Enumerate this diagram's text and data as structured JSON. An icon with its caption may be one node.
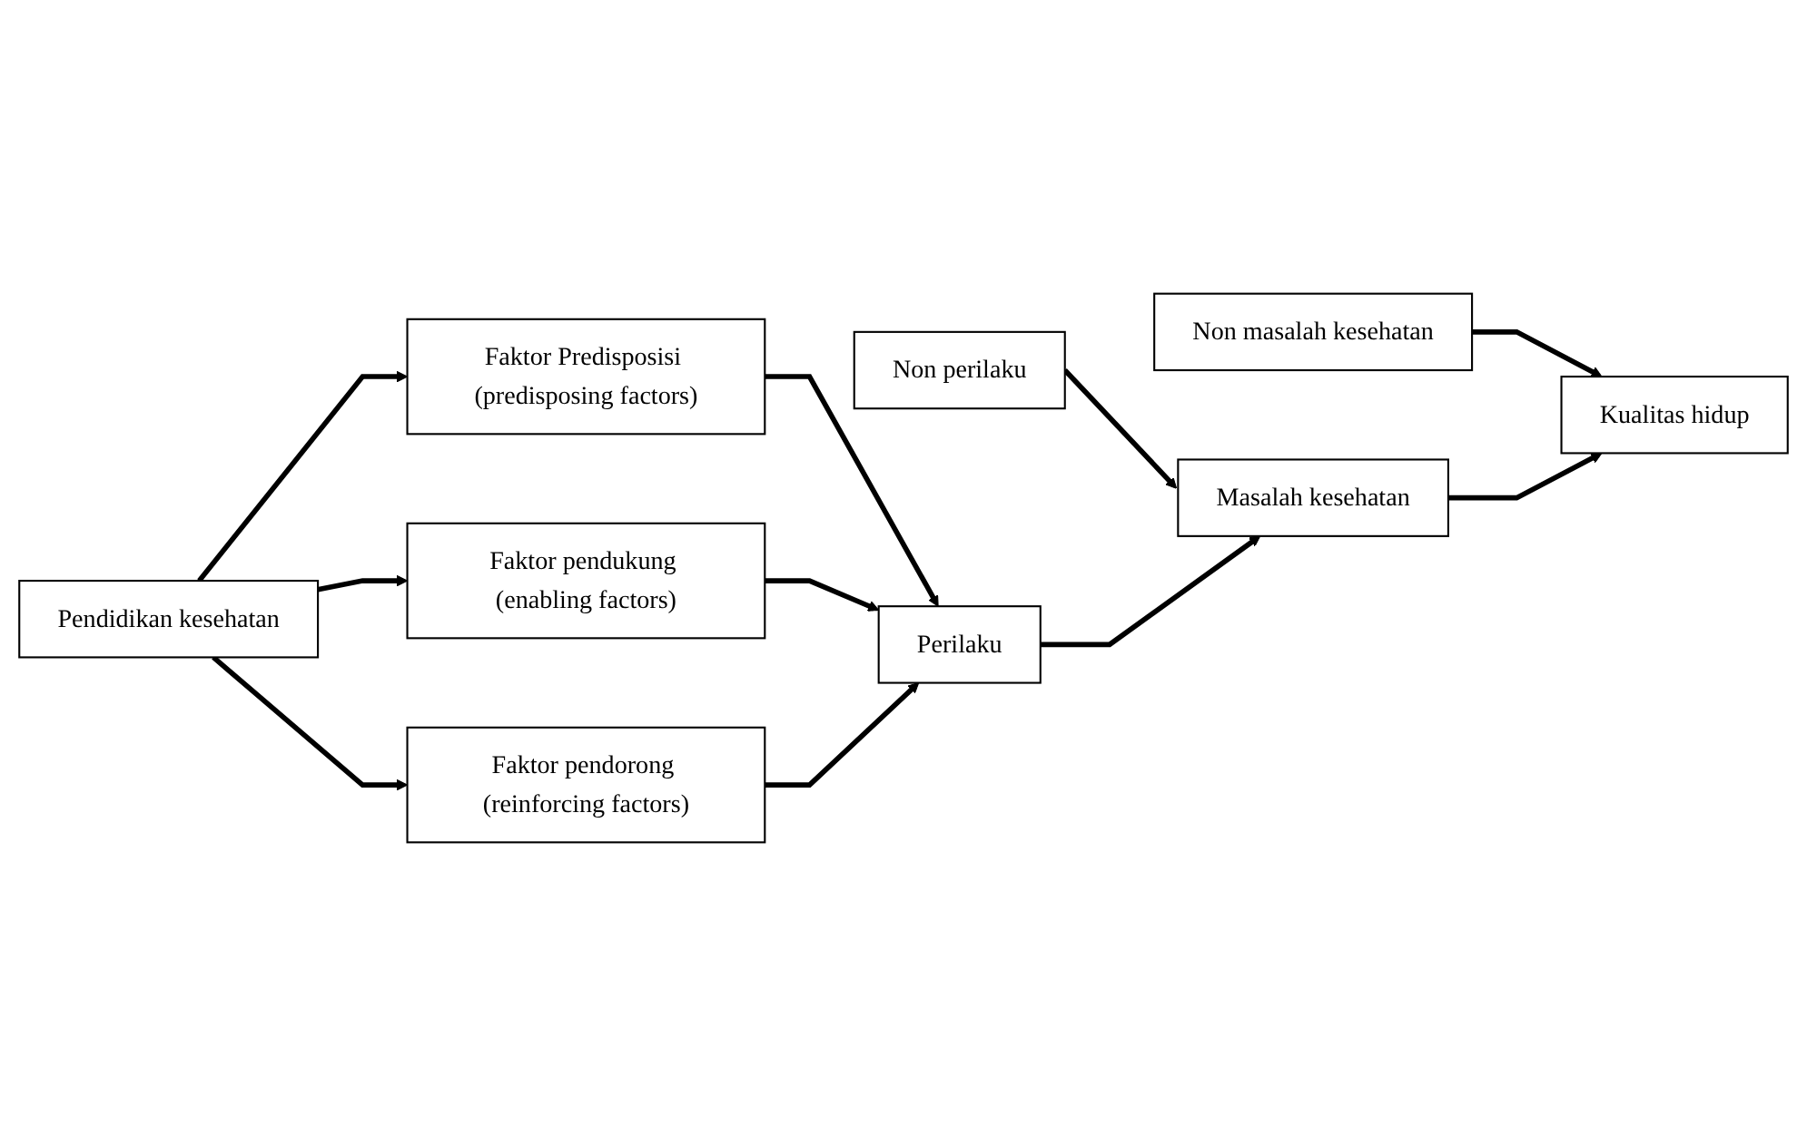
{
  "diagram": {
    "nodes": [
      {
        "text": [
          "Non masalah kesehatan"
        ]
      },
      {
        "text": [
          "Kualitas hidup"
        ]
      },
      {
        "text": [
          "Non perilaku"
        ]
      },
      {
        "text": [
          "Masalah kesehatan"
        ]
      },
      {
        "text": [
          "Faktor Predisposisi (predisposing factors)"
        ]
      },
      {
        "text": [
          "Pendidikan kesehatan"
        ]
      },
      {
        "text": [
          "Faktor pendukung (enabling factors)"
        ]
      },
      {
        "text": [
          "Perilaku"
        ]
      },
      {
        "text": [
          "Faktor pendorong (reinforcing factors)"
        ]
      }
    ],
    "edges": [
      {
        "from": 0,
        "to": 1,
        "arrow": "to"
      },
      {
        "from": 3,
        "to": 1,
        "arrow": "to"
      },
      {
        "from": 2,
        "to": 3,
        "arrow": "to"
      },
      {
        "from": 7,
        "to": 3,
        "arrow": "to"
      },
      {
        "from": 4,
        "to": 7,
        "arrow": "to"
      },
      {
        "from": 6,
        "to": 7,
        "arrow": "to"
      },
      {
        "from": 8,
        "to": 7,
        "arrow": "to"
      },
      {
        "from": 5,
        "to": 4,
        "arrow": "to"
      },
      {
        "from": 5,
        "to": 6,
        "arrow": "to"
      },
      {
        "from": 5,
        "to": 8,
        "arrow": "to"
      }
    ]
  }
}
